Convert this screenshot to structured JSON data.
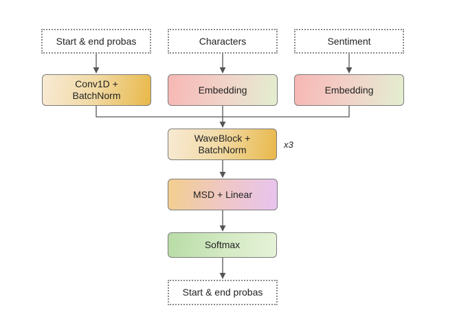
{
  "nodes": {
    "start_end_input": "Start & end probas",
    "characters": "Characters",
    "sentiment": "Sentiment",
    "conv1d": "Conv1D +\nBatchNorm",
    "embedding_characters": "Embedding",
    "embedding_sentiment": "Embedding",
    "waveblock": "WaveBlock +\nBatchNorm",
    "msd_linear": "MSD + Linear",
    "softmax": "Softmax",
    "start_end_output": "Start & end probas"
  },
  "repeat_label": "x3",
  "colors": {
    "line": "#555555",
    "border": "#7a7a7a",
    "dotted_border": "#888888"
  },
  "edges": [
    [
      "start_end_input",
      "conv1d"
    ],
    [
      "characters",
      "embedding_characters"
    ],
    [
      "sentiment",
      "embedding_sentiment"
    ],
    [
      "conv1d",
      "waveblock"
    ],
    [
      "embedding_characters",
      "waveblock"
    ],
    [
      "embedding_sentiment",
      "waveblock"
    ],
    [
      "waveblock",
      "msd_linear"
    ],
    [
      "msd_linear",
      "softmax"
    ],
    [
      "softmax",
      "start_end_output"
    ]
  ]
}
